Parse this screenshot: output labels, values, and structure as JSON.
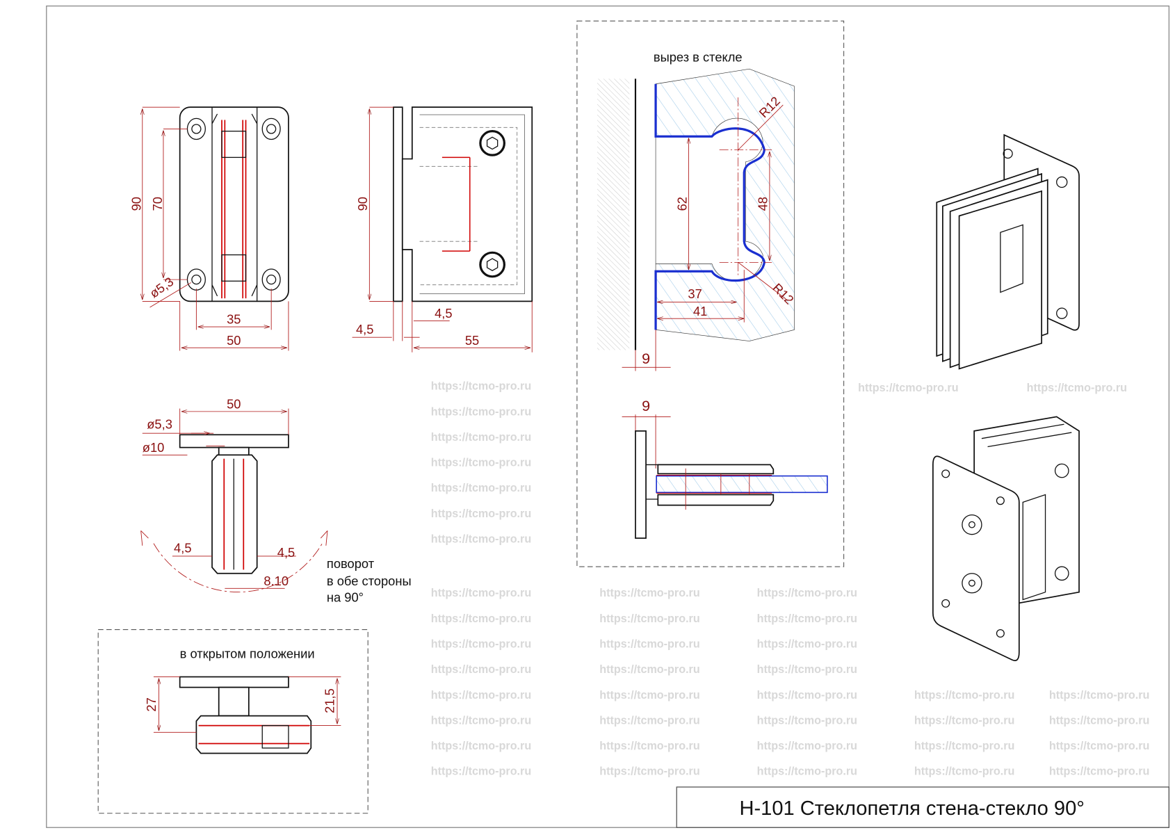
{
  "title_block": {
    "title": "H-101 Стеклопетля стена-стекло 90°"
  },
  "watermark": "https://tcmo-pro.ru",
  "front_view": {
    "height": "90",
    "hole_spacing_v": "70",
    "hole_spacing_h": "35",
    "width": "50",
    "hole_dia": "ø5,3"
  },
  "side_view": {
    "height": "90",
    "plate": "4,5",
    "gap": "4,5",
    "depth": "55"
  },
  "top_view": {
    "width": "50",
    "hole_dia": "ø5,3",
    "counterbore": "ø10",
    "left_gap": "4,5",
    "right_gap": "4,5",
    "glass": "8.10",
    "rotation_note": [
      "поворот",
      "в обе стороны",
      "на 90°"
    ]
  },
  "open_view": {
    "label": "в открытом положении",
    "height_total": "27",
    "height_body": "21,5"
  },
  "glass_cutout": {
    "label": "вырез в стекле",
    "h62": "62",
    "h48": "48",
    "w37": "37",
    "w41": "41",
    "r_top": "R12",
    "r_bottom": "R12",
    "gap_top": "9",
    "gap_bottom": "9"
  },
  "colors": {
    "dimension": "#8a1010",
    "glass_edge": "#1a2fd0",
    "hatch": "#9cc8e8",
    "gasket": "#d00000"
  }
}
